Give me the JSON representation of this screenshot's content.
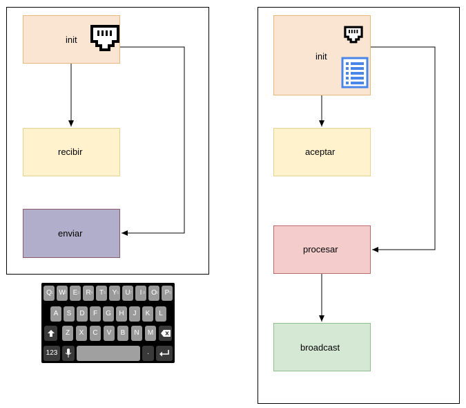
{
  "left_diagram": {
    "init": {
      "label": "init",
      "icons": [
        "ethernet-port-icon"
      ]
    },
    "recibir": {
      "label": "recibir"
    },
    "enviar": {
      "label": "enviar"
    }
  },
  "right_diagram": {
    "init": {
      "label": "init",
      "icons": [
        "ethernet-port-icon",
        "list-document-icon"
      ]
    },
    "aceptar": {
      "label": "aceptar"
    },
    "procesar": {
      "label": "procesar"
    },
    "broadcast": {
      "label": "broadcast"
    }
  },
  "keyboard": {
    "row1": [
      "Q",
      "W",
      "E",
      "R",
      "T",
      "Y",
      "U",
      "I",
      "O",
      "P"
    ],
    "row1_hints": [
      "1",
      "2",
      "3",
      "4",
      "5",
      "6",
      "7",
      "8",
      "9",
      "0"
    ],
    "row2": [
      "A",
      "S",
      "D",
      "F",
      "G",
      "H",
      "J",
      "K",
      "L"
    ],
    "row3": [
      "Z",
      "X",
      "C",
      "V",
      "B",
      "N",
      "M"
    ],
    "numbers_key": "123",
    "period_key": "."
  },
  "colors": {
    "init_fill": "#fae5d3",
    "init_stroke": "#e6b97a",
    "neutral_fill": "#fff2cc",
    "neutral_stroke": "#e8d28f",
    "enviar_fill": "#b1aecb",
    "enviar_stroke": "#8a5a6a",
    "procesar_fill": "#f4cccc",
    "procesar_stroke": "#b76b6b",
    "broadcast_fill": "#d5e8d4",
    "broadcast_stroke": "#8fbf8c",
    "list_icon": "#4a86e8"
  }
}
